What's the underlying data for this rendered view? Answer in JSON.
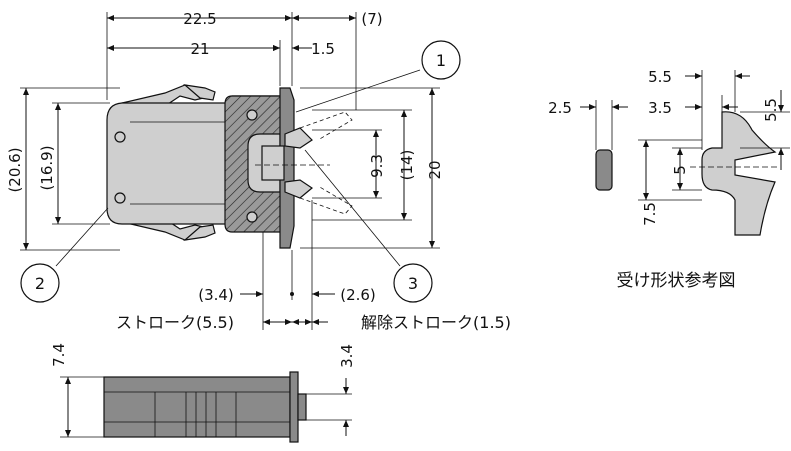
{
  "dimensions": {
    "d22_5": "22.5",
    "d7": "(7)",
    "d21": "21",
    "d1_5": "1.5",
    "d20_6": "(20.6)",
    "d16_9": "(16.9)",
    "d9_3": "9.3",
    "d14": "(14)",
    "d20": "20",
    "d3_4p": "(3.4)",
    "d2_6p": "(2.6)",
    "stroke": "ストローク(5.5)",
    "release_stroke": "解除ストローク(1.5)",
    "d7_4": "7.4",
    "d3_4": "3.4",
    "r5_5top": "5.5",
    "r2_5": "2.5",
    "r3_5": "3.5",
    "r5_5side": "5.5",
    "r5": "5",
    "r7_5": "7.5"
  },
  "callouts": {
    "c1": "1",
    "c2": "2",
    "c3": "3"
  },
  "caption": "受け形状参考図",
  "colors": {
    "body": "#cfcfcf",
    "dark": "#8a8a8a",
    "line": "#111111"
  }
}
